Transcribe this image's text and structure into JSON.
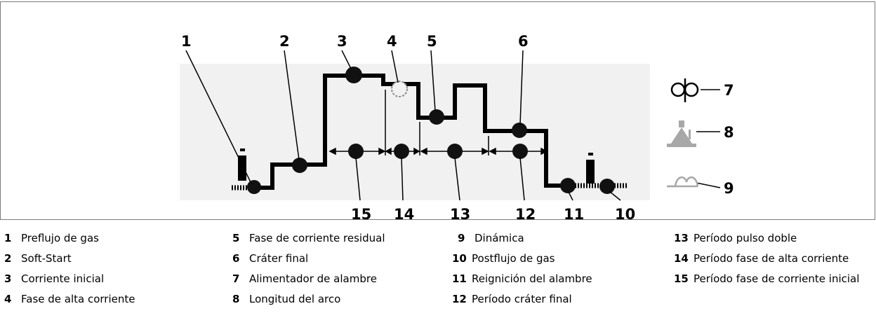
{
  "callouts": {
    "c1": "1",
    "c2": "2",
    "c3": "3",
    "c4": "4",
    "c5": "5",
    "c6": "6",
    "c7": "7",
    "c8": "8",
    "c9": "9",
    "c10": "10",
    "c11": "11",
    "c12": "12",
    "c13": "13",
    "c14": "14",
    "c15": "15"
  },
  "legend": [
    {
      "num": "1",
      "text": "Preflujo de gas"
    },
    {
      "num": "2",
      "text": "Soft-Start"
    },
    {
      "num": "3",
      "text": "Corriente inicial"
    },
    {
      "num": "4",
      "text": "Fase de alta corriente"
    },
    {
      "num": "5",
      "text": "Fase de corriente residual"
    },
    {
      "num": "6",
      "text": "Cráter final"
    },
    {
      "num": "7",
      "text": "Alimentador de alambre"
    },
    {
      "num": "8",
      "text": "Longitud del arco"
    },
    {
      "num": "9",
      "text": "Dinámica"
    },
    {
      "num": "10",
      "text": "Postflujo de gas"
    },
    {
      "num": "11",
      "text": "Reignición del alambre"
    },
    {
      "num": "12",
      "text": "Período cráter final"
    },
    {
      "num": "13",
      "text": "Período pulso doble"
    },
    {
      "num": "14",
      "text": "Período fase de alta corriente"
    },
    {
      "num": "15",
      "text": "Período fase de corriente inicial"
    }
  ],
  "colors": {
    "line": "#000000",
    "panel": "#f1f1f1",
    "icon_gray": "#a8a8a8"
  }
}
